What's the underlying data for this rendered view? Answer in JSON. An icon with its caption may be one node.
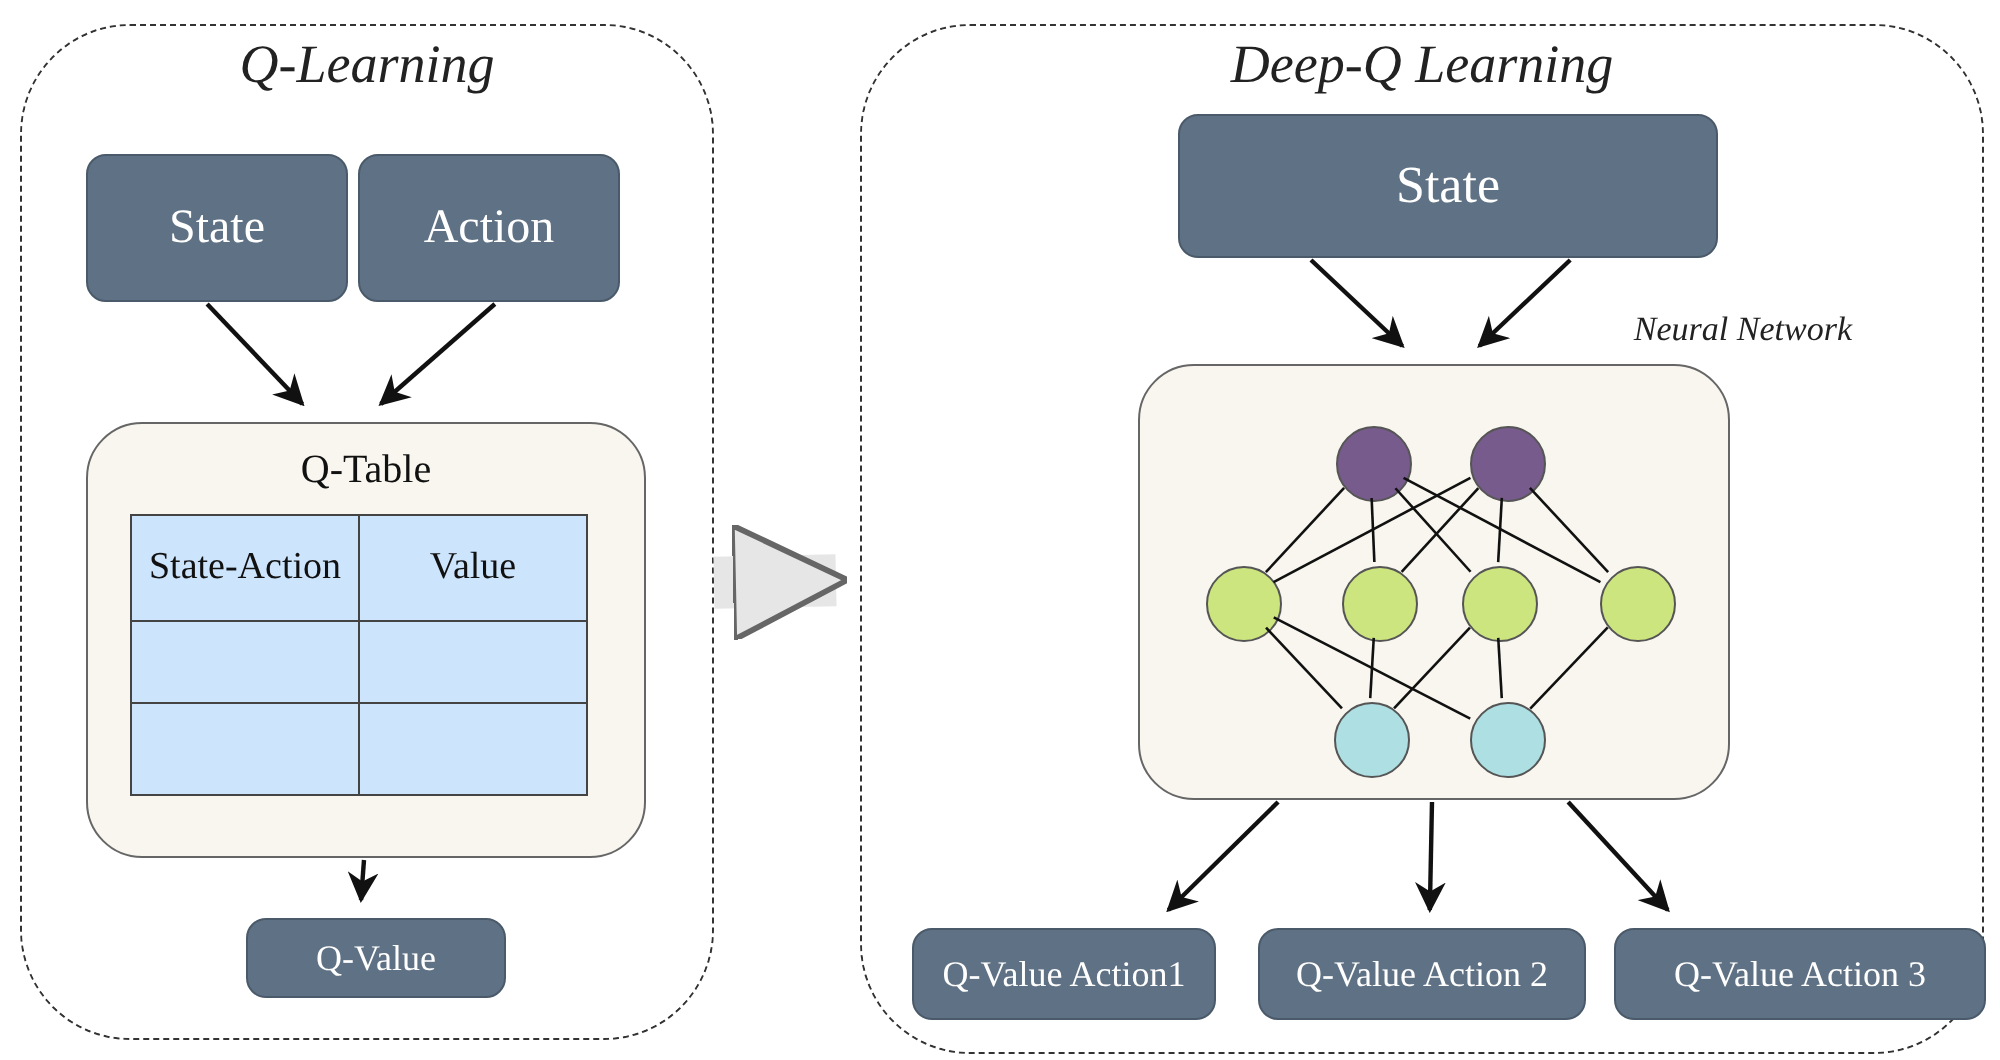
{
  "diagram": {
    "nodes": [
      {
        "text": [
          "Q-Learning"
        ]
      },
      {
        "text": [
          "State"
        ],
        "in": 0
      },
      {
        "text": [
          "Action"
        ],
        "in": 0
      },
      {
        "text": [
          "Q-Table"
        ],
        "in": 0
      },
      {
        "text": [
          "Q-Value"
        ],
        "in": 0
      },
      {
        "text": [
          "Deep-Q Learning"
        ]
      },
      {
        "text": [
          "State"
        ],
        "in": 5
      },
      {
        "text": [
          "Neural Network"
        ],
        "in": 5
      },
      {
        "text": [],
        "shape": "circle",
        "in": 7
      },
      {
        "text": [],
        "shape": "circle",
        "in": 7
      },
      {
        "text": [],
        "shape": "circle",
        "in": 7
      },
      {
        "text": [],
        "shape": "circle",
        "in": 7
      },
      {
        "text": [],
        "shape": "circle",
        "in": 7
      },
      {
        "text": [],
        "shape": "circle",
        "in": 7
      },
      {
        "text": [],
        "shape": "circle",
        "in": 7
      },
      {
        "text": [],
        "shape": "circle",
        "in": 7
      },
      {
        "text": [
          "Q-Value Action1"
        ],
        "in": 5
      },
      {
        "text": [
          "Q-Value Action 2"
        ],
        "in": 5
      },
      {
        "text": [
          "Q-Value Action 3"
        ],
        "in": 5
      }
    ],
    "edges": [
      {
        "from": 1,
        "to": 3,
        "arrow": "to"
      },
      {
        "from": 2,
        "to": 3,
        "arrow": "to"
      },
      {
        "from": 3,
        "to": 4,
        "arrow": "to"
      },
      {
        "from": 0,
        "to": 5,
        "arrow": "to",
        "style": "thick",
        "color": "#e6e6e6"
      },
      {
        "from": 6,
        "to": 7,
        "arrow": "to"
      },
      {
        "from": 6,
        "to": 7,
        "arrow": "to"
      },
      {
        "from": 8,
        "to": 10,
        "arrow": "none"
      },
      {
        "from": 8,
        "to": 11,
        "arrow": "none"
      },
      {
        "from": 8,
        "to": 12,
        "arrow": "none"
      },
      {
        "from": 8,
        "to": 13,
        "arrow": "none"
      },
      {
        "from": 9,
        "to": 10,
        "arrow": "none"
      },
      {
        "from": 9,
        "to": 11,
        "arrow": "none"
      },
      {
        "from": 9,
        "to": 12,
        "arrow": "none"
      },
      {
        "from": 9,
        "to": 13,
        "arrow": "none"
      },
      {
        "from": 10,
        "to": 14,
        "arrow": "none"
      },
      {
        "from": 10,
        "to": 15,
        "arrow": "none"
      },
      {
        "from": 11,
        "to": 14,
        "arrow": "none"
      },
      {
        "from": 12,
        "to": 14,
        "arrow": "none"
      },
      {
        "from": 12,
        "to": 15,
        "arrow": "none"
      },
      {
        "from": 13,
        "to": 15,
        "arrow": "none"
      },
      {
        "from": 7,
        "to": 16,
        "arrow": "to"
      },
      {
        "from": 7,
        "to": 17,
        "arrow": "to"
      },
      {
        "from": 7,
        "to": 18,
        "arrow": "to"
      }
    ],
    "labels": [
      "State-Action",
      "Value"
    ]
  }
}
